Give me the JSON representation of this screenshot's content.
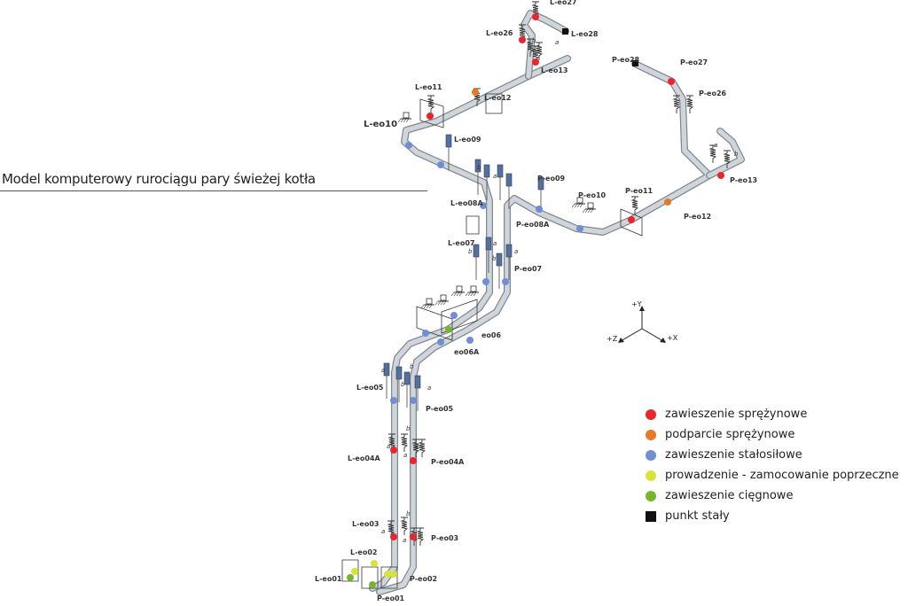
{
  "title": "Model komputerowy rurociągu pary świeżej kotła",
  "axes": {
    "y": "+Y",
    "z": "+Z",
    "x": "+X"
  },
  "legend": [
    {
      "label": "zawieszenie sprężynowe",
      "color": "#e8262b",
      "shape": "circle"
    },
    {
      "label": "podparcie sprężynowe",
      "color": "#e8782a",
      "shape": "circle"
    },
    {
      "label": "zawieszenie stałosiłowe",
      "color": "#6f8fd2",
      "shape": "circle"
    },
    {
      "label": "prowadzenie - zamocowanie poprzeczne",
      "color": "#d8e23a",
      "shape": "circle"
    },
    {
      "label": "zawieszenie cięgnowe",
      "color": "#78b52e",
      "shape": "circle"
    },
    {
      "label": "punkt stały",
      "color": "#111111",
      "shape": "square"
    }
  ],
  "point_labels": {
    "L27": "L-eo27",
    "L28": "L-eo28",
    "L26": "L-eo26",
    "L13": "L-eo13",
    "L11": "L-eo11",
    "L12": "L-eo12",
    "L10": "L-eo10",
    "L09": "L-eo09",
    "L08A": "L-eo08A",
    "L07": "L-eo07",
    "L05": "L-eo05",
    "L04A": "L-eo04A",
    "L03": "L-eo03",
    "L02": "L-eo02",
    "L01": "L-eo01",
    "P28": "P-eo28",
    "P27": "P-eo27",
    "P26": "P-eo26",
    "P13": "P-eo13",
    "P12": "P-eo12",
    "P11": "P-eo11",
    "P10": "P-eo10",
    "P09": "P-eo09",
    "P08A": "P-eo08A",
    "P07": "P-eo07",
    "P05": "P-eo05",
    "P04A": "P-eo04A",
    "P03": "P-eo03",
    "P02": "P-eo02",
    "P01": "P-eo01",
    "E06": "eo06",
    "E06A": "eo06A"
  },
  "ab": {
    "a": "a",
    "b": "b"
  }
}
